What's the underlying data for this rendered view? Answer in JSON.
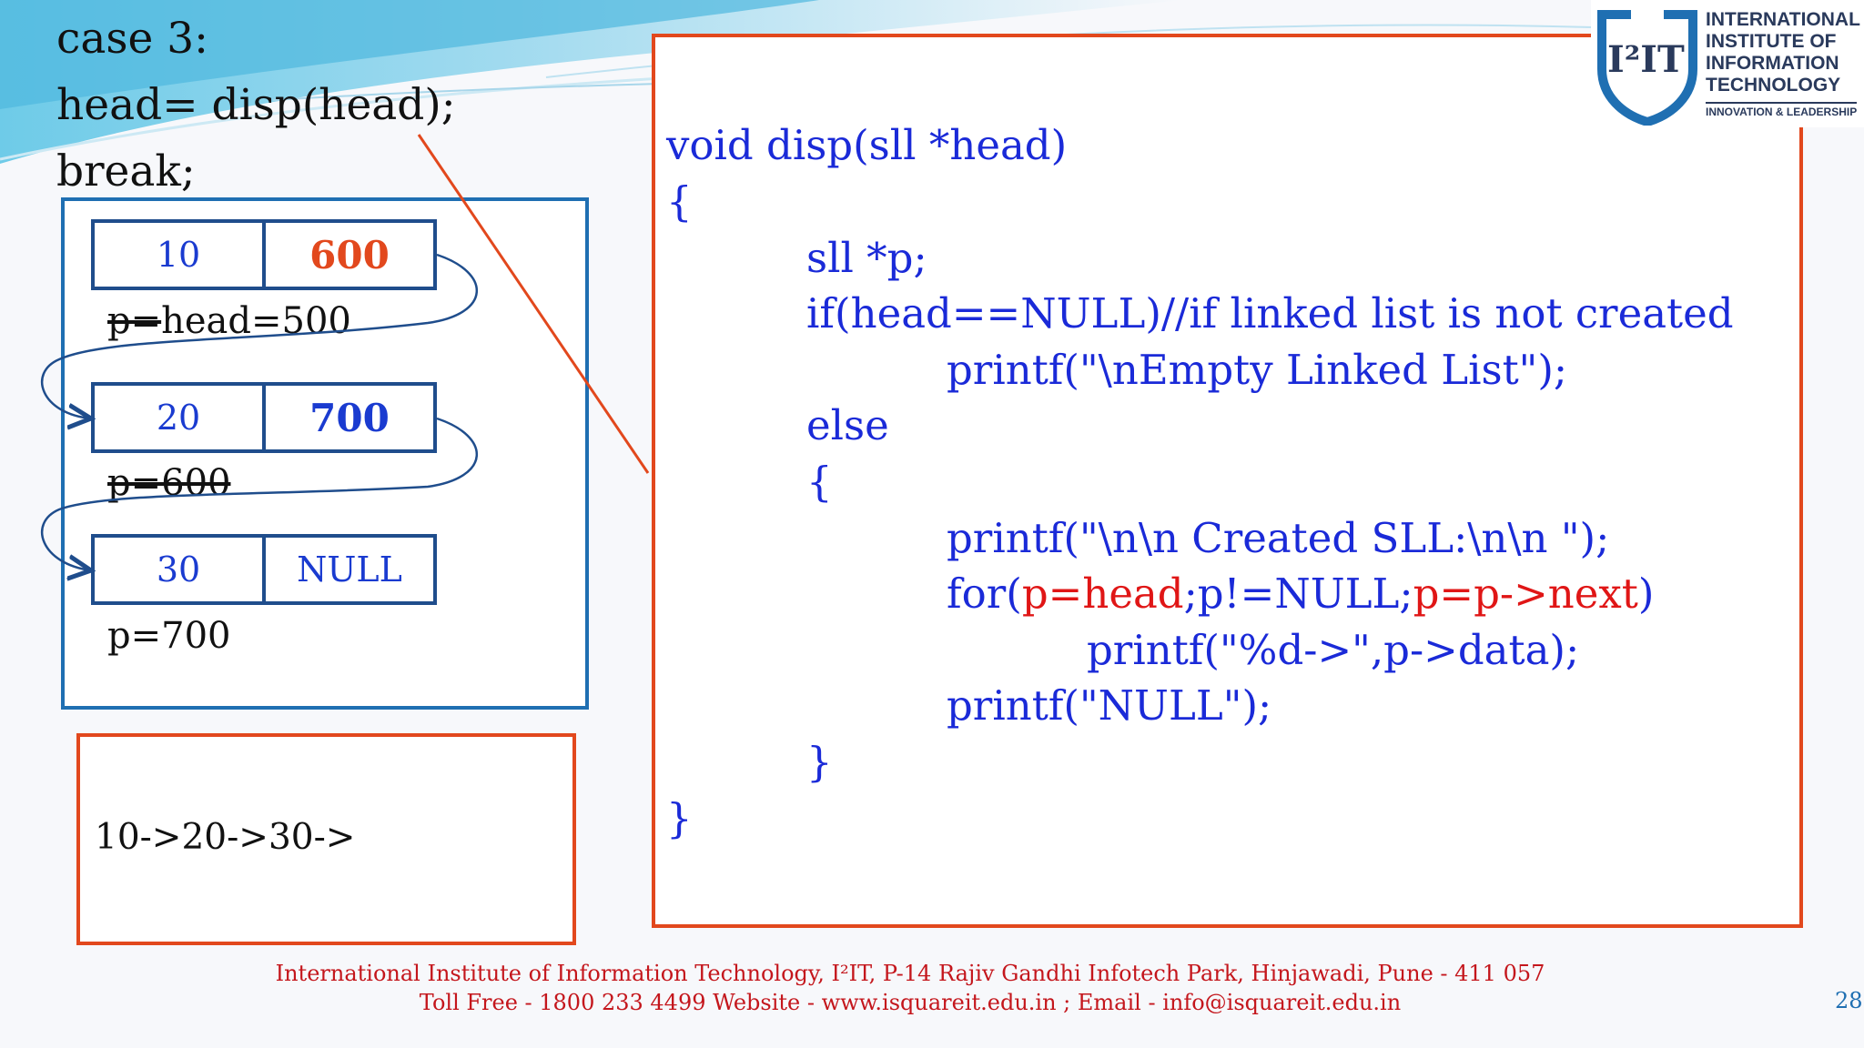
{
  "header": {
    "line1": "case 3:",
    "line2": "head= disp(head);",
    "line3": "break;"
  },
  "nodes": [
    {
      "data": "10",
      "next": "600"
    },
    {
      "data": "20",
      "next": "700"
    },
    {
      "data": "30",
      "next": "NULL"
    }
  ],
  "labels": {
    "p1_strike": "p=",
    "p1_rest": "head=500",
    "p2_strike": "p=600",
    "p3": "p=700"
  },
  "output": {
    "text": "10->20->30->"
  },
  "code": {
    "l1": "void disp(sll *head)",
    "l2": "{",
    "l3": "sll *p;",
    "l4": "if(head==NULL)//if linked list is not created",
    "l5": "printf(\"\\nEmpty Linked List\");",
    "l6": "else",
    "l7": "{",
    "l8": "printf(\"\\n\\n Created SLL:\\n\\n \");",
    "l9a": "for(",
    "l9b": "p=head",
    "l9c": ";p!=NULL;",
    "l9d": "p=p->next",
    "l9e": ")",
    "l10": "printf(\"%d->\",p->data);",
    "l11": "printf(\"NULL\");",
    "l12": "}",
    "l13": "}"
  },
  "logo": {
    "mark": "I²IT",
    "line1": "INTERNATIONAL",
    "line2": "INSTITUTE OF",
    "line3": "INFORMATION",
    "line4": "TECHNOLOGY",
    "tagline": "INNOVATION & LEADERSHIP"
  },
  "footer": {
    "line1": "International Institute of Information Technology, I²IT, P-14 Rajiv Gandhi Infotech Park, Hinjawadi, Pune - 411 057",
    "line2": "Toll Free - 1800 233 4499 Website - www.isquareit.edu.in ; Email - info@isquareit.edu.in"
  },
  "page_number": "28",
  "colors": {
    "code_blue": "#1a2ad8",
    "highlight_red": "#e01616",
    "box_orange": "#e2481d",
    "box_blue": "#1f6fb2"
  }
}
